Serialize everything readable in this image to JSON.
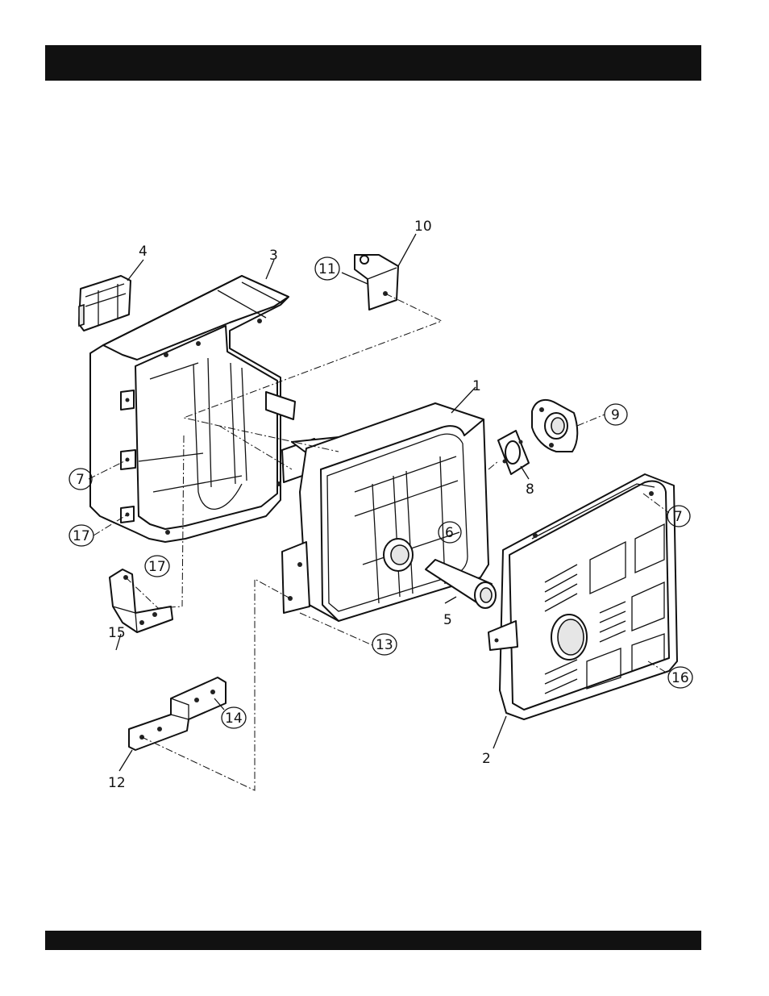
{
  "header_bar": {
    "color": "#111111"
  },
  "footer_bar": {
    "color": "#111111"
  },
  "callouts": {
    "c1": "1",
    "c2": "2",
    "c3": "3",
    "c4": "4",
    "c5": "5",
    "c6": "6",
    "c7a": "7",
    "c7b": "7",
    "c8": "8",
    "c9": "9",
    "c10": "10",
    "c11": "11",
    "c12": "12",
    "c13": "13",
    "c14": "14",
    "c15": "15",
    "c16": "16",
    "c17a": "17",
    "c17b": "17"
  }
}
